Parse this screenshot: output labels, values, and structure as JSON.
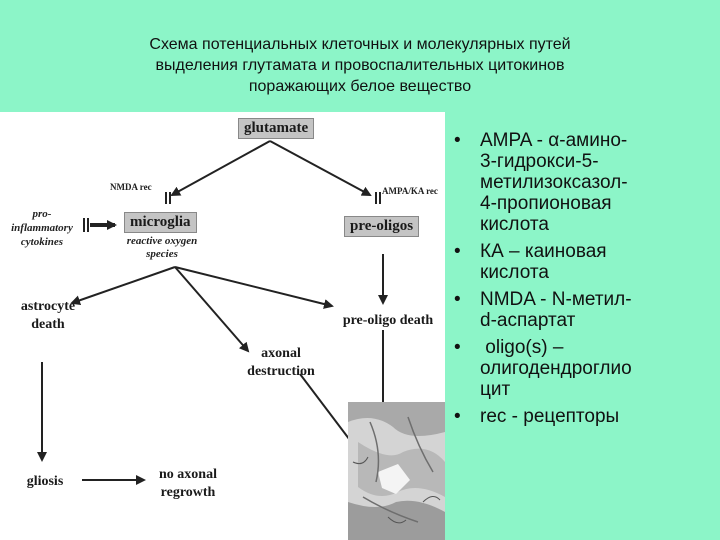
{
  "title": {
    "line1": "Схема потенциальных клеточных и молекулярных путей",
    "line2": "выделения глутамата и провоспалительных цитокинов",
    "line3": "поражающих белое вещество"
  },
  "diagram": {
    "glutamate": "glutamate",
    "nmda_rec": "NMDA rec",
    "ampa_ka_rec": "AMPA/KA rec",
    "cytokines_line1": "pro-inflammatory",
    "cytokines_line2": "cytokines",
    "microglia": "microglia",
    "ros_line1": "reactive oxygen",
    "ros_line2": "species",
    "pre_oligos": "pre-oligos",
    "astrocyte_line1": "astrocyte",
    "astrocyte_line2": "death",
    "axonal_line1": "axonal",
    "axonal_line2": "destruction",
    "pre_oligo_death": "pre-oligo death",
    "gliosis": "gliosis",
    "no_axonal_line1": "no axonal",
    "no_axonal_line2": "regrowth"
  },
  "bullets": [
    {
      "lines": [
        "AMPA - α-амино-",
        "3-гидрокси-5-",
        "метилизоксазол-",
        "4-пропионовая",
        "кислота"
      ]
    },
    {
      "lines": [
        "КА – каиновая",
        "кислота"
      ]
    },
    {
      "lines": [
        "NMDA - N-метил-",
        "d-аспартат"
      ]
    },
    {
      "lines": [
        " oligo(s) –",
        "олигодендроглио",
        "цит"
      ]
    },
    {
      "lines": [
        "rec - рецепторы"
      ]
    }
  ],
  "bullet_symbol": "•",
  "colors": {
    "background": "#8cf5c8",
    "panel": "#ffffff",
    "node_box": "#c4c4c4",
    "arrow": "#222222"
  }
}
